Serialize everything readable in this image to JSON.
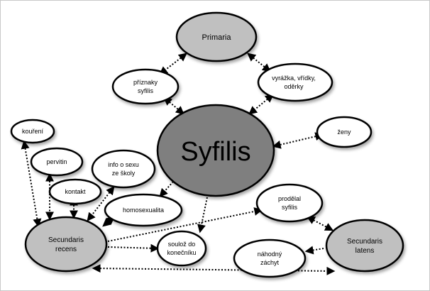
{
  "diagram": {
    "center": "Syfilis",
    "nodes": {
      "primaria": "Primaria",
      "priznaky": [
        "příznaky",
        "syfilis"
      ],
      "vyrazka": [
        "vyrážka, vřídky,",
        "oděrky"
      ],
      "zeny": "ženy",
      "koureni": "kouření",
      "pervitin": "pervitin",
      "info_sexu": [
        "info o sexu",
        "ze školy"
      ],
      "kontakt": "kontakt",
      "homosexualita": "homosexualita",
      "secundaris_recens": [
        "Secundaris",
        "recens"
      ],
      "prodelal": [
        "prodělal",
        "syfilis"
      ],
      "soulo": [
        "soulož do",
        "konečníku"
      ],
      "nahodny": [
        "náhodný",
        "záchyt"
      ],
      "secundaris_latens": [
        "Secundaris",
        "latens"
      ]
    },
    "colors": {
      "stage_fill": "#c0c0c0",
      "center_fill": "#7f7f7f",
      "leaf_fill": "#ffffff",
      "stroke": "#000000"
    }
  }
}
